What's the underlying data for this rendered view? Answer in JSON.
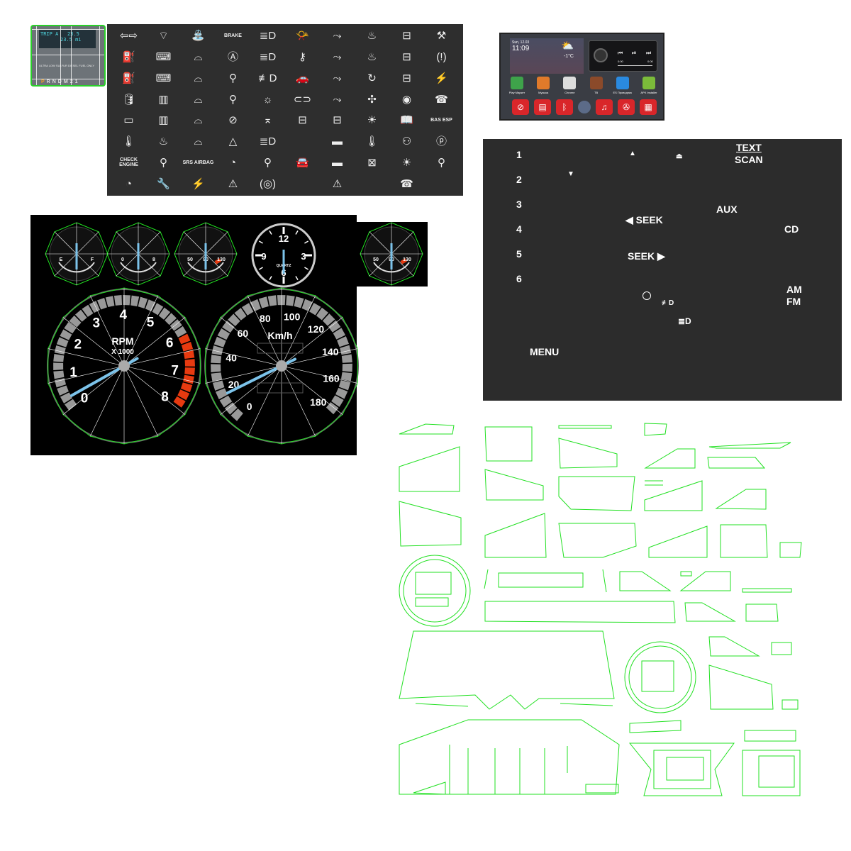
{
  "trip_display": {
    "line1_label": "TRIP A",
    "line1_value": "23.5",
    "line2_value": "23.5 mi",
    "fuel_notice": "ULTRA LOW SULFUR DIESEL FUEL ONLY",
    "gears": [
      "P",
      "R",
      "N",
      "D",
      "M",
      "2",
      "1"
    ]
  },
  "icon_sheet": {
    "cells": [
      {
        "icon": "turn-signals",
        "glyph": "⇦⇨"
      },
      {
        "icon": "rear-wiper",
        "glyph": "⌔"
      },
      {
        "icon": "washer",
        "glyph": "⛲"
      },
      {
        "icon": "brake-text",
        "text": "BRAKE"
      },
      {
        "icon": "high-beam",
        "glyph": "≣D"
      },
      {
        "icon": "horn",
        "glyph": "📯"
      },
      {
        "icon": "vent-face",
        "glyph": "⤳"
      },
      {
        "icon": "seat-heat",
        "glyph": "♨"
      },
      {
        "icon": "car-door",
        "glyph": "⊟"
      },
      {
        "icon": "wrench-tool",
        "glyph": "⚒"
      },
      {
        "icon": "fuel",
        "glyph": "⛽"
      },
      {
        "icon": "rear-defrost",
        "glyph": "⌨"
      },
      {
        "icon": "windshield",
        "glyph": "⌓"
      },
      {
        "icon": "abs",
        "glyph": "Ⓐ"
      },
      {
        "icon": "low-beam",
        "glyph": "≣D"
      },
      {
        "icon": "key",
        "glyph": "⚷"
      },
      {
        "icon": "vent-feet",
        "glyph": "⤳"
      },
      {
        "icon": "seat-heat-2",
        "glyph": "♨"
      },
      {
        "icon": "car-side",
        "glyph": "⊟"
      },
      {
        "icon": "tire-pressure",
        "glyph": "(!)"
      },
      {
        "icon": "fuel-door",
        "glyph": "⛽"
      },
      {
        "icon": "rear-defrost-2",
        "glyph": "⌨"
      },
      {
        "icon": "windshield-2",
        "glyph": "⌓"
      },
      {
        "icon": "seatbelt",
        "glyph": "⚲"
      },
      {
        "icon": "fog-front",
        "glyph": "≢D"
      },
      {
        "icon": "car-front",
        "glyph": "🚗"
      },
      {
        "icon": "vent-both",
        "glyph": "⤳"
      },
      {
        "icon": "recirc",
        "glyph": "↻"
      },
      {
        "icon": "van",
        "glyph": "⊟"
      },
      {
        "icon": "traction",
        "glyph": "⚡"
      },
      {
        "icon": "oil",
        "glyph": "🛢"
      },
      {
        "icon": "defrost",
        "glyph": "▥"
      },
      {
        "icon": "windshield-3",
        "glyph": "⌓"
      },
      {
        "icon": "airbag",
        "glyph": "⚲"
      },
      {
        "icon": "light-bulb",
        "glyph": "☼"
      },
      {
        "icon": "car-outline",
        "glyph": "⊂⊃"
      },
      {
        "icon": "vent-up",
        "glyph": "⤳"
      },
      {
        "icon": "fan",
        "glyph": "✣"
      },
      {
        "icon": "steering",
        "glyph": "◉"
      },
      {
        "icon": "phone",
        "glyph": "☎"
      },
      {
        "icon": "battery",
        "glyph": "▭"
      },
      {
        "icon": "defrost-2",
        "glyph": "▥"
      },
      {
        "icon": "windshield-4",
        "glyph": "⌓"
      },
      {
        "icon": "airbag-off",
        "glyph": "⊘"
      },
      {
        "icon": "dome-light",
        "glyph": "⌅"
      },
      {
        "icon": "car-lift",
        "glyph": "⊟"
      },
      {
        "icon": "car-small",
        "glyph": "⊟"
      },
      {
        "icon": "sun",
        "glyph": "☀"
      },
      {
        "icon": "manual",
        "glyph": "📖"
      },
      {
        "icon": "bas-esp-text",
        "text": "BAS ESP"
      },
      {
        "icon": "coolant",
        "glyph": "🌡"
      },
      {
        "icon": "seat-recline",
        "glyph": "♨"
      },
      {
        "icon": "wiper",
        "glyph": "⌓"
      },
      {
        "icon": "warning",
        "glyph": "△"
      },
      {
        "icon": "parking-lights",
        "glyph": "≣D"
      },
      {
        "icon": "blank",
        "glyph": ""
      },
      {
        "icon": "car-sedan",
        "glyph": "▬"
      },
      {
        "icon": "temp",
        "glyph": "🌡"
      },
      {
        "icon": "wiper-fluid",
        "glyph": "⚇"
      },
      {
        "icon": "brake-circle",
        "glyph": "ⓟ"
      },
      {
        "icon": "check-engine-text",
        "text": "CHECK ENGINE"
      },
      {
        "icon": "seat",
        "glyph": "⚲"
      },
      {
        "icon": "srs-airbag-text",
        "text": "SRS AIRBAG"
      },
      {
        "icon": "cruise",
        "glyph": "◔"
      },
      {
        "icon": "seat-heat-3",
        "glyph": "⚲"
      },
      {
        "icon": "car-top",
        "glyph": "🚘"
      },
      {
        "icon": "car-coupe",
        "glyph": "▬"
      },
      {
        "icon": "no-vent",
        "glyph": "⊠"
      },
      {
        "icon": "bright",
        "glyph": "☀"
      },
      {
        "icon": "driver",
        "glyph": "⚲"
      },
      {
        "icon": "gauge",
        "glyph": "◔"
      },
      {
        "icon": "wrench",
        "glyph": "🔧"
      },
      {
        "icon": "traction-off",
        "glyph": "⚡"
      },
      {
        "icon": "esc-off",
        "glyph": "⚠"
      },
      {
        "icon": "brake-warn",
        "glyph": "(◎)"
      },
      {
        "icon": "blank-2",
        "glyph": ""
      },
      {
        "icon": "hazard",
        "glyph": "⚠"
      },
      {
        "icon": "blank-3",
        "glyph": ""
      },
      {
        "icon": "phone-hang",
        "glyph": "☎"
      },
      {
        "icon": "blank-4",
        "glyph": ""
      }
    ]
  },
  "media_screen": {
    "date": "Sun, 12.03",
    "time": "11:09",
    "temperature": "-1°C",
    "apps": [
      "Play Маркет",
      "Музыка",
      "Chrome",
      "ТВ",
      "ES Проводник",
      "APK Installer"
    ],
    "dock": [
      "navigation",
      "radio",
      "bluetooth",
      "home",
      "music",
      "video",
      "apps"
    ],
    "track_start": "0:00",
    "track_end": "0:00"
  },
  "radio_panel": {
    "presets": [
      "1",
      "2",
      "3",
      "4",
      "5",
      "6"
    ],
    "text_label": "TEXT",
    "scan_label": "SCAN",
    "aux_label": "AUX",
    "cd_label": "CD",
    "seek_back": "◀ SEEK",
    "seek_fwd": "SEEK ▶",
    "am_label": "AM",
    "fm_label": "FM",
    "menu_label": "MENU",
    "arrow_up": "▲",
    "arrow_down": "▼",
    "eject": "⏏"
  },
  "gauges": {
    "fuel": {
      "empty": "E",
      "full": "F"
    },
    "oil": {
      "min": "0",
      "max": "8"
    },
    "coolant": {
      "min": "50",
      "mid": "90",
      "max": "130"
    },
    "clock": {
      "labels": [
        "12",
        "3",
        "6",
        "9"
      ],
      "brand": "QUARTZ"
    },
    "tachometer": {
      "title": "RPM",
      "subtitle": "X 1000",
      "labels": [
        "0",
        "1",
        "2",
        "3",
        "4",
        "5",
        "6",
        "7",
        "8"
      ],
      "redline_from": 6,
      "needle": 0.3
    },
    "speedometer": {
      "unit": "Km/h",
      "labels": [
        "0",
        "20",
        "40",
        "60",
        "80",
        "100",
        "120",
        "140",
        "160",
        "180"
      ],
      "needle": 16
    },
    "colors": {
      "needle": "#7cc3ea",
      "redzone": "#e83a10",
      "wireframe": "#22e022"
    }
  }
}
